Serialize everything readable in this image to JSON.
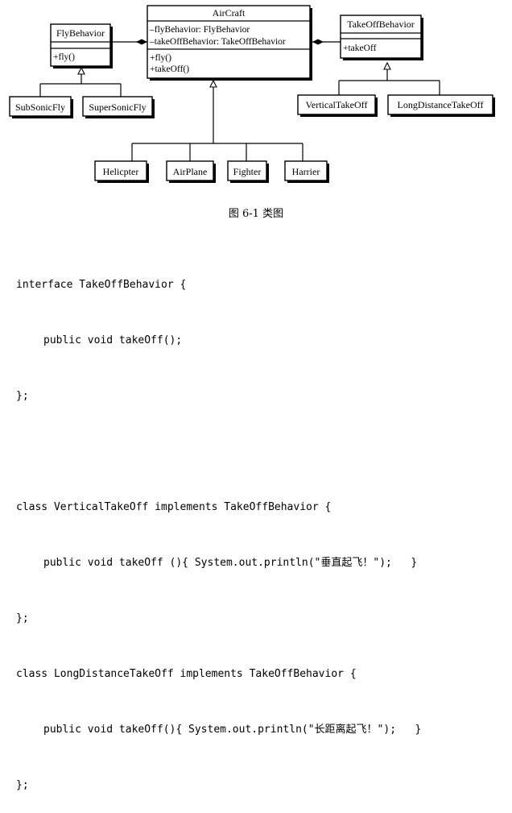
{
  "diagram": {
    "classes": {
      "aircraft": {
        "name": "AirCraft",
        "attributes": [
          "–flyBehavior: FlyBehavior",
          "–takeOffBehavior: TakeOffBehavior"
        ],
        "methods": [
          "+fly()",
          "+takeOff()"
        ]
      },
      "flybehavior": {
        "name": "FlyBehavior",
        "methods": [
          "+fly()"
        ]
      },
      "takeoffbehavior": {
        "name": "TakeOffBehavior",
        "methods": [
          "+takeOff"
        ]
      },
      "subsonicfly": {
        "name": "SubSonicFly"
      },
      "supersonicfly": {
        "name": "SuperSonicFly"
      },
      "verticaltakeoff": {
        "name": "VerticalTakeOff"
      },
      "longdistancetakeoff": {
        "name": "LongDistanceTakeOff"
      },
      "helicpter": {
        "name": "Helicpter"
      },
      "airplane": {
        "name": "AirPlane"
      },
      "fighter": {
        "name": "Fighter"
      },
      "harrier": {
        "name": "Harrier"
      }
    },
    "caption": "图 6-1 类图"
  },
  "code": {
    "l1": "interface TakeOffBehavior {",
    "l2": "public void takeOff();",
    "l3": "};",
    "l4": "class VerticalTakeOff implements TakeOffBehavior {",
    "l5": "public void takeOff (){ System.out.println(\"垂直起飞！\");   }",
    "l6": "};",
    "l7": "class LongDistanceTakeOff implements TakeOffBehavior {",
    "l8": "public void takeOff(){ System.out.println(\"长距离起飞！\");   }",
    "l9": "};"
  }
}
